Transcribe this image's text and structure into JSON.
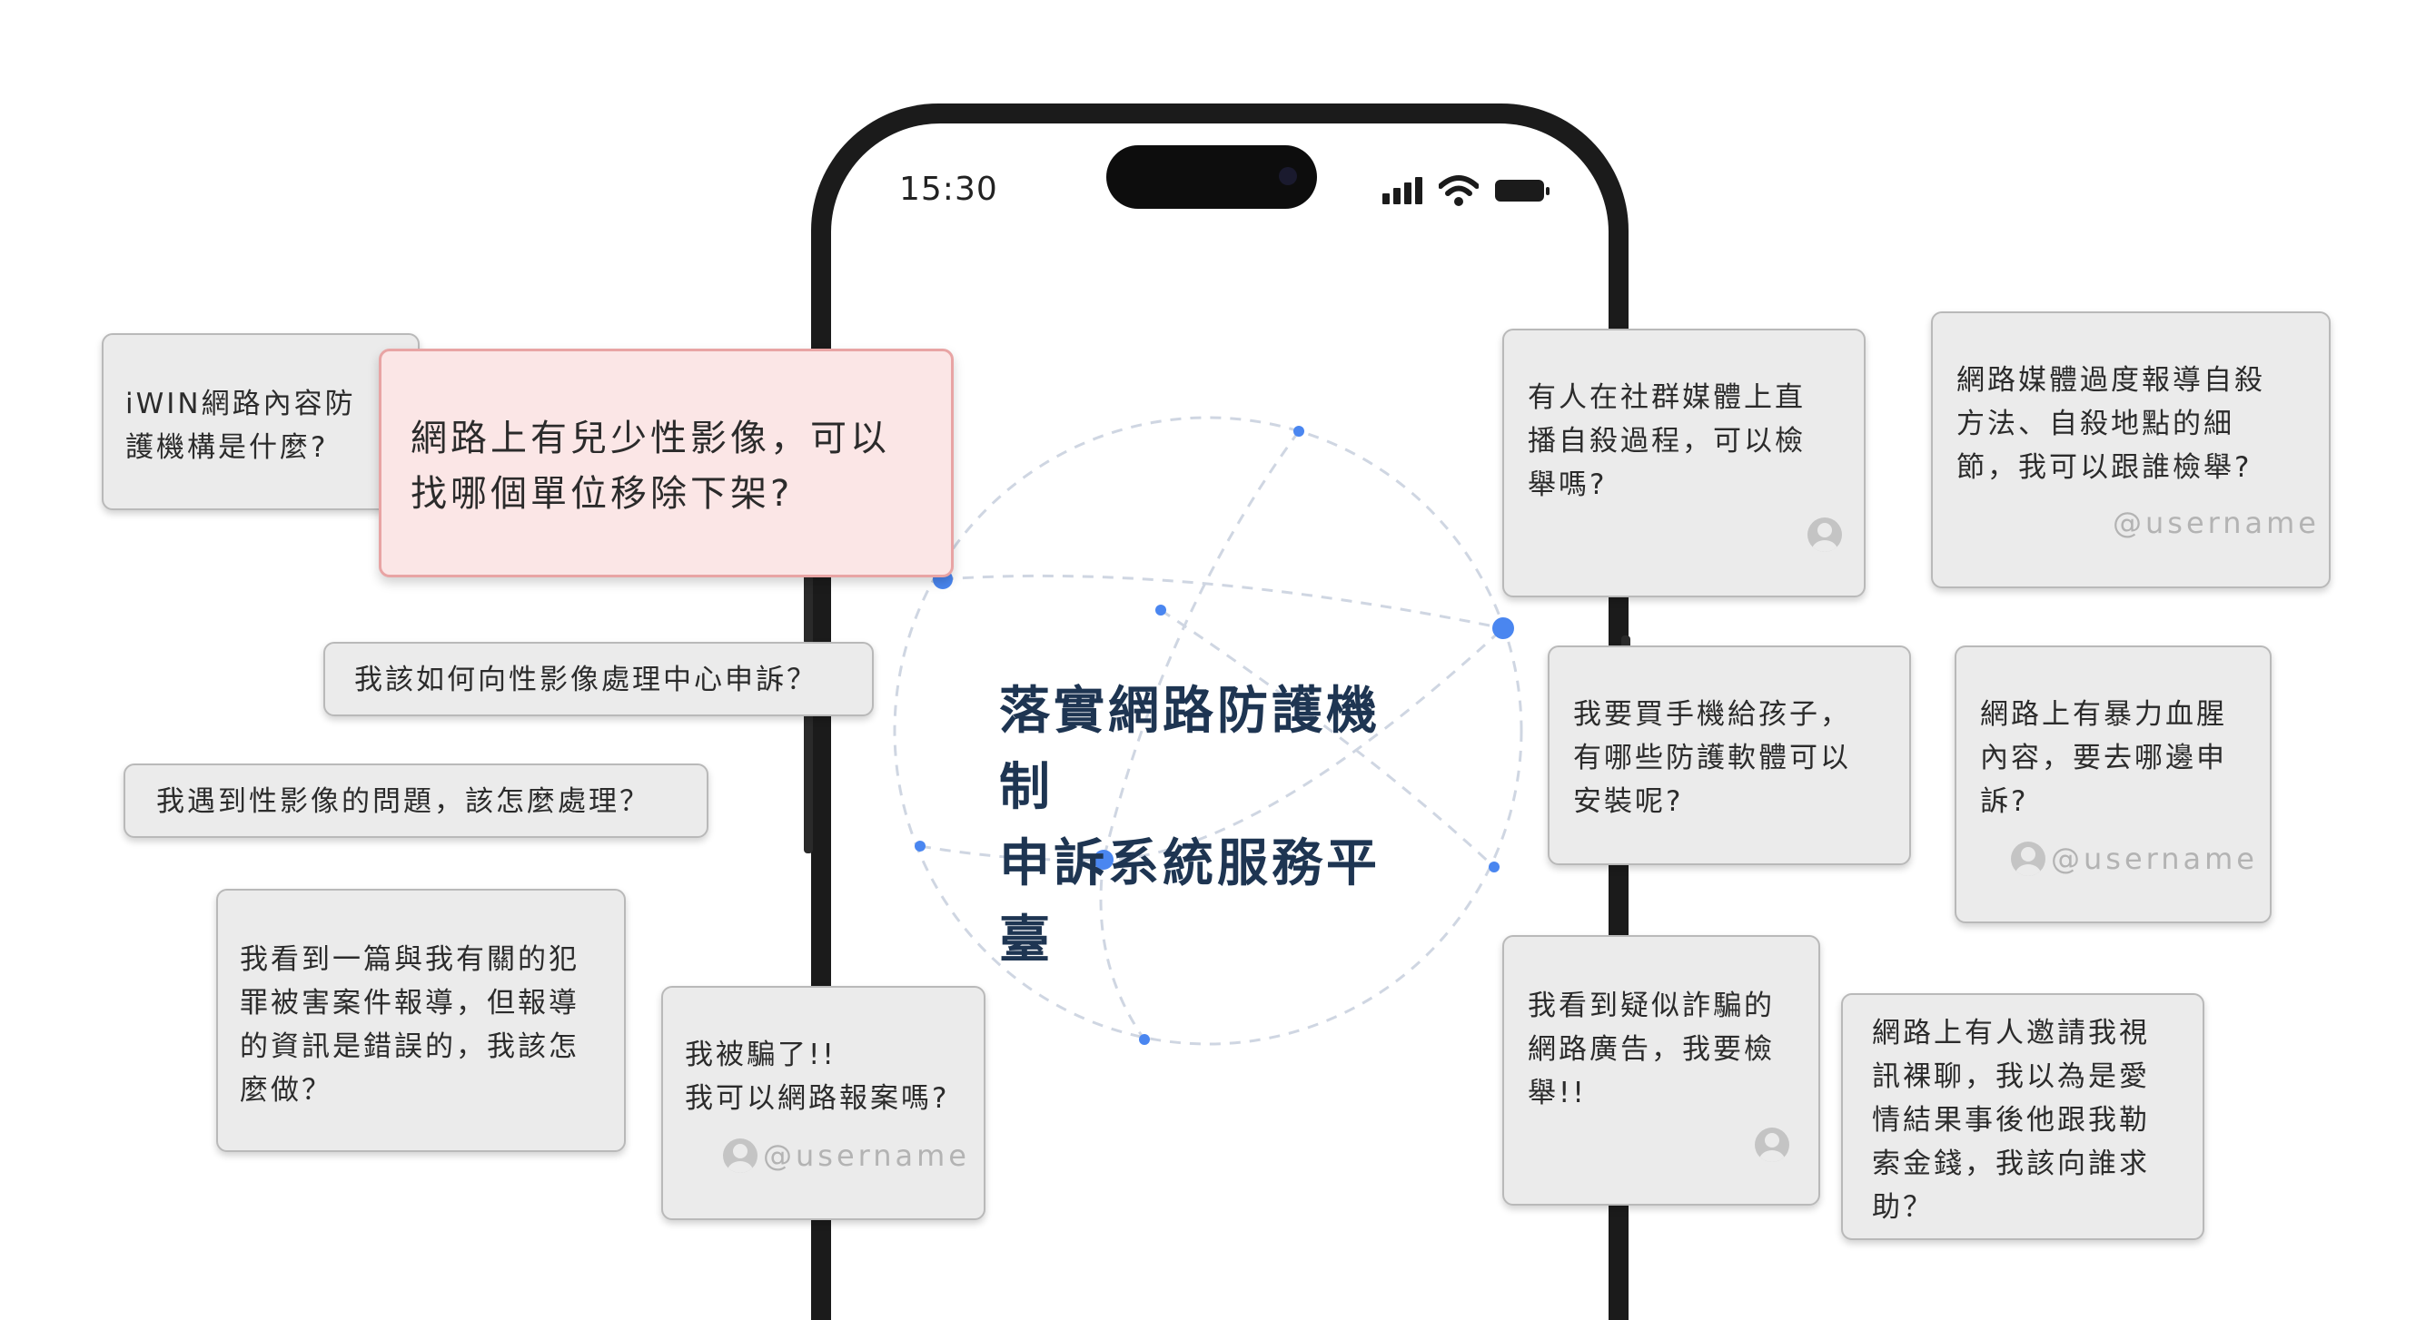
{
  "phone": {
    "time": "15:30"
  },
  "title": {
    "line1": "落實網路防護機制",
    "line2": "申訴系統服務平臺"
  },
  "colors": {
    "title": "#1e3552",
    "node": "#4a86f0",
    "highlight_bg": "#fbe6e6",
    "highlight_border": "#e8a4a4",
    "card_bg": "#ebebeb"
  },
  "cards": {
    "iwin": "iWIN網路內容防\n護機構是什麼?",
    "child_images": "網路上有兒少性影像，可以\n找哪個單位移除下架?",
    "complain_center": "我該如何向性影像處理中心申訴？",
    "sexual_images": "我遇到性影像的問題，該怎麼處理？",
    "crime_report": "我看到一篇與我有關的犯\n罪被害案件報導，但報導\n的資訊是錯誤的，我該怎\n麼做？",
    "scammed": "我被騙了!!\n我可以網路報案嗎?",
    "suicide_live": "有人在社群媒體上直\n播自殺過程，可以檢\n舉嗎?",
    "suicide_media": "網路媒體過度報導自殺\n方法、自殺地點的細\n節，我可以跟誰檢舉?",
    "phone_protection": "我要買手機給孩子，\n有哪些防護軟體可以\n安裝呢?",
    "violence": "網路上有暴力血腥\n內容，要去哪邊申\n訴?",
    "fraud_ad": "我看到疑似詐騙的\n網路廣告，我要檢\n舉!!",
    "extortion": "網路上有人邀請我視\n訊裸聊，我以為是愛\n情結果事後他跟我勒\n索金錢，我該向誰求\n助？"
  },
  "username": "@username"
}
